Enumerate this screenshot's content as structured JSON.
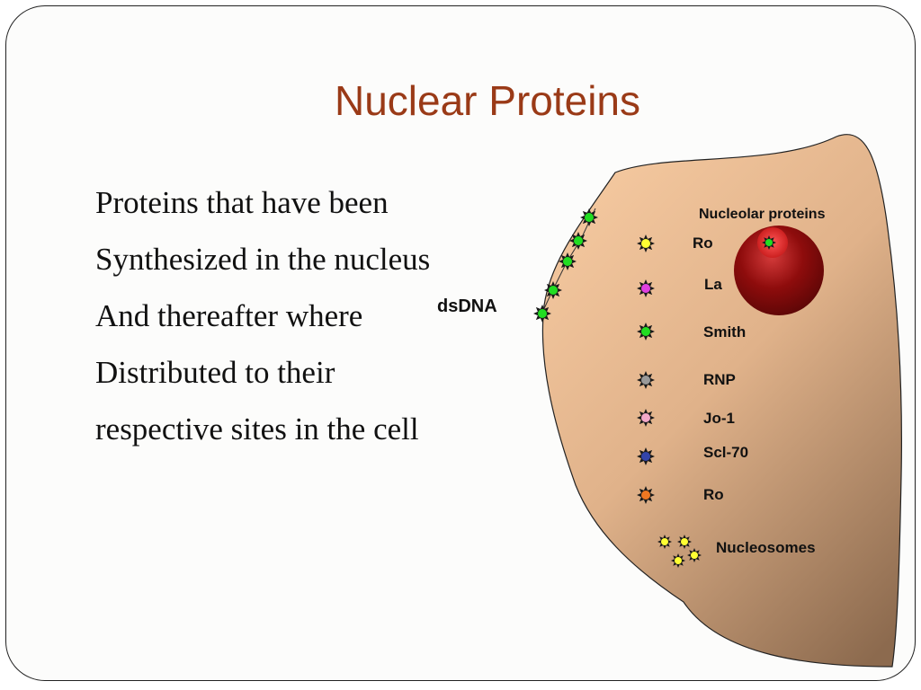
{
  "slide": {
    "title": "Nuclear Proteins",
    "body_lines": [
      "Proteins that have been",
      "Synthesized in the nucleus",
      "And thereafter where",
      "Distributed to their",
      "respective sites in the cell"
    ]
  },
  "diagram": {
    "dsdna_label": "dsDNA",
    "nucleolar_label": "Nucleolar proteins",
    "proteins": [
      {
        "label": "Ro",
        "color": "#ffff33"
      },
      {
        "label": "La",
        "color": "#e040e0"
      },
      {
        "label": "Smith",
        "color": "#22dd22"
      },
      {
        "label": "RNP",
        "color": "#9a9a9a"
      },
      {
        "label": "Jo-1",
        "color": "#f2a8c8"
      },
      {
        "label": "Scl-70",
        "color": "#3344aa"
      },
      {
        "label": "Ro",
        "color": "#ee7722"
      }
    ],
    "nucleosomes_label": "Nucleosomes",
    "colors": {
      "cell_light": "#f5c9a0",
      "cell_dark": "#8c6a4e",
      "nucleolus": "#8e0c0c",
      "dna_star": "#22dd22",
      "nucleosome_star": "#ffff33",
      "title": "#9a3a17"
    }
  }
}
